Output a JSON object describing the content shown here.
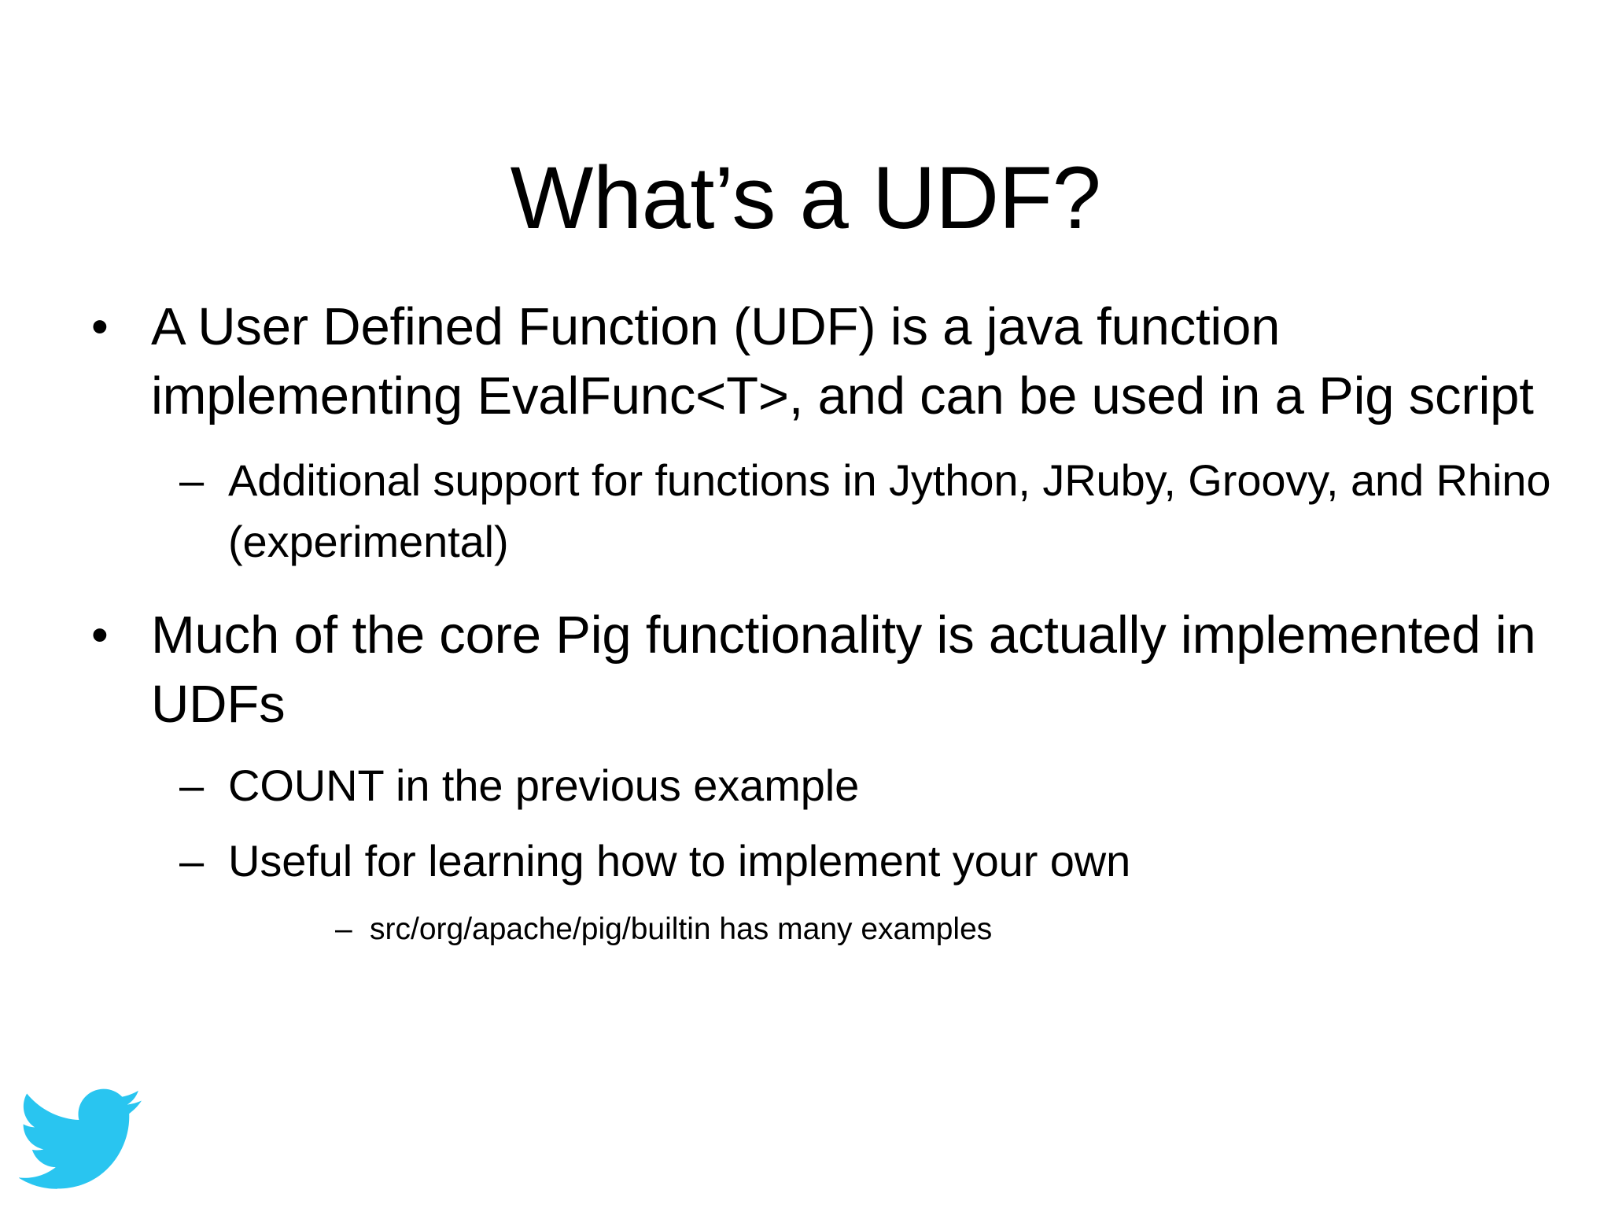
{
  "slide": {
    "title": "What’s a UDF?",
    "background_color": "#ffffff",
    "text_color": "#000000",
    "bullets": [
      {
        "level": 1,
        "marker": "•",
        "text": "A User Defined Function (UDF) is a java function implementing EvalFunc<T>, and can be used in a Pig script"
      },
      {
        "level": 2,
        "marker": "–",
        "text": "Additional support for functions in Jython, JRuby, Groovy, and Rhino (experimental)"
      },
      {
        "level": 1,
        "marker": "•",
        "text": "Much of the core Pig functionality is actually implemented in UDFs"
      },
      {
        "level": 2,
        "marker": "–",
        "text": "COUNT in the previous example"
      },
      {
        "level": 2,
        "marker": "–",
        "text": "Useful for learning  how to implement your own"
      },
      {
        "level": 3,
        "marker": "–",
        "text": "src/org/apache/pig/builtin has many examples"
      }
    ]
  },
  "logo": {
    "name": "twitter-bird-logo",
    "color": "#29C5F0"
  }
}
